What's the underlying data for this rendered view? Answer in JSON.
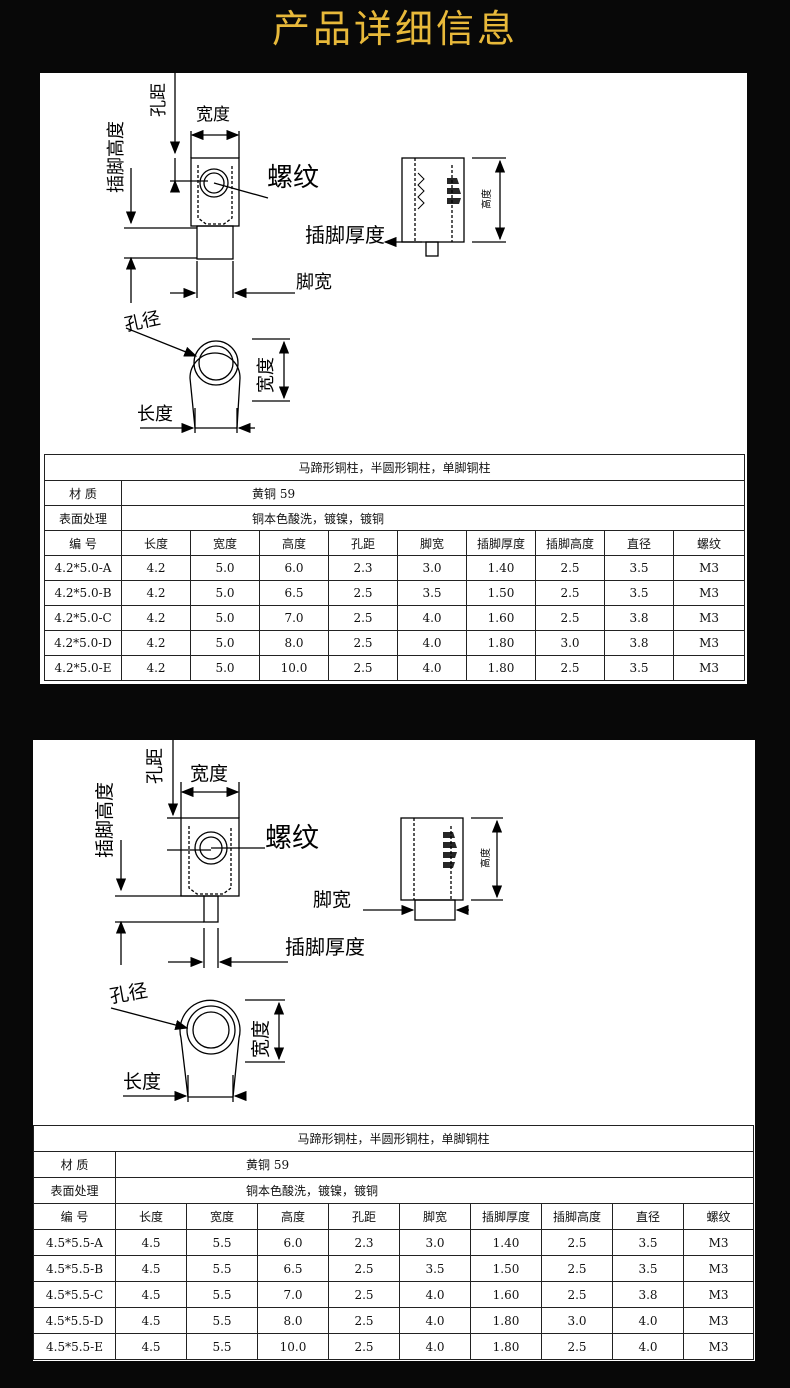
{
  "page_title": "产品详细信息",
  "panels": [
    {
      "drawing": {
        "hole_spacing": "孔距",
        "width": "宽度",
        "pin_height": "插脚高度",
        "thread": "螺纹",
        "height_side": "高度",
        "pin_thickness": "插脚厚度",
        "foot_width": "脚宽",
        "hole_diameter": "孔径",
        "width_bottom": "宽度",
        "length": "长度"
      },
      "table": {
        "title": "马蹄形铜柱，半圆形铜柱，单脚铜柱",
        "material_label": "材  质",
        "material_value": "黄铜 59",
        "surface_label": "表面处理",
        "surface_value": "铜本色酸洗，镀镍，镀铜",
        "headers": [
          "编  号",
          "长度",
          "宽度",
          "高度",
          "孔距",
          "脚宽",
          "插脚厚度",
          "插脚高度",
          "直径",
          "螺纹"
        ],
        "rows": [
          [
            "4.2*5.0-A",
            "4.2",
            "5.0",
            "6.0",
            "2.3",
            "3.0",
            "1.40",
            "2.5",
            "3.5",
            "M3"
          ],
          [
            "4.2*5.0-B",
            "4.2",
            "5.0",
            "6.5",
            "2.5",
            "3.5",
            "1.50",
            "2.5",
            "3.5",
            "M3"
          ],
          [
            "4.2*5.0-C",
            "4.2",
            "5.0",
            "7.0",
            "2.5",
            "4.0",
            "1.60",
            "2.5",
            "3.8",
            "M3"
          ],
          [
            "4.2*5.0-D",
            "4.2",
            "5.0",
            "8.0",
            "2.5",
            "4.0",
            "1.80",
            "3.0",
            "3.8",
            "M3"
          ],
          [
            "4.2*5.0-E",
            "4.2",
            "5.0",
            "10.0",
            "2.5",
            "4.0",
            "1.80",
            "2.5",
            "3.5",
            "M3"
          ]
        ]
      }
    },
    {
      "drawing": {
        "hole_spacing": "孔距",
        "width": "宽度",
        "pin_height": "插脚高度",
        "thread": "螺纹",
        "height_side": "高度",
        "foot_width": "脚宽",
        "pin_thickness": "插脚厚度",
        "hole_diameter": "孔径",
        "width_bottom": "宽度",
        "length": "长度"
      },
      "table": {
        "title": "马蹄形铜柱，半圆形铜柱，单脚铜柱",
        "material_label": "材  质",
        "material_value": "黄铜 59",
        "surface_label": "表面处理",
        "surface_value": "铜本色酸洗，镀镍，镀铜",
        "headers": [
          "编  号",
          "长度",
          "宽度",
          "高度",
          "孔距",
          "脚宽",
          "插脚厚度",
          "插脚高度",
          "直径",
          "螺纹"
        ],
        "rows": [
          [
            "4.5*5.5-A",
            "4.5",
            "5.5",
            "6.0",
            "2.3",
            "3.0",
            "1.40",
            "2.5",
            "3.5",
            "M3"
          ],
          [
            "4.5*5.5-B",
            "4.5",
            "5.5",
            "6.5",
            "2.5",
            "3.5",
            "1.50",
            "2.5",
            "3.5",
            "M3"
          ],
          [
            "4.5*5.5-C",
            "4.5",
            "5.5",
            "7.0",
            "2.5",
            "4.0",
            "1.60",
            "2.5",
            "3.8",
            "M3"
          ],
          [
            "4.5*5.5-D",
            "4.5",
            "5.5",
            "8.0",
            "2.5",
            "4.0",
            "1.80",
            "3.0",
            "4.0",
            "M3"
          ],
          [
            "4.5*5.5-E",
            "4.5",
            "5.5",
            "10.0",
            "2.5",
            "4.0",
            "1.80",
            "2.5",
            "4.0",
            "M3"
          ]
        ]
      }
    }
  ]
}
